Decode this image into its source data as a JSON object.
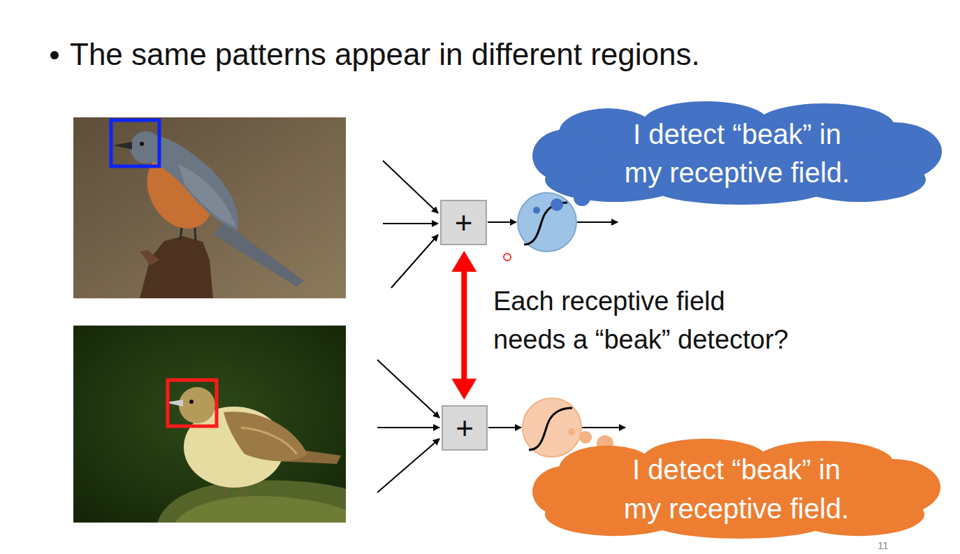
{
  "diagram": {
    "title": "The same patterns appear in different regions.",
    "nodes": [
      {
        "text": [
          "I detect “beak” in my receptive field."
        ]
      },
      {
        "text": [
          "+"
        ]
      },
      {
        "text": [
          "+"
        ]
      },
      {
        "text": [
          "I detect “beak” in my receptive field."
        ]
      }
    ],
    "edges": [
      {
        "from": 1,
        "to": 2,
        "arrow": "both"
      }
    ],
    "labels": [
      "Each receptive field needs a “beak” detector?",
      "11"
    ]
  }
}
